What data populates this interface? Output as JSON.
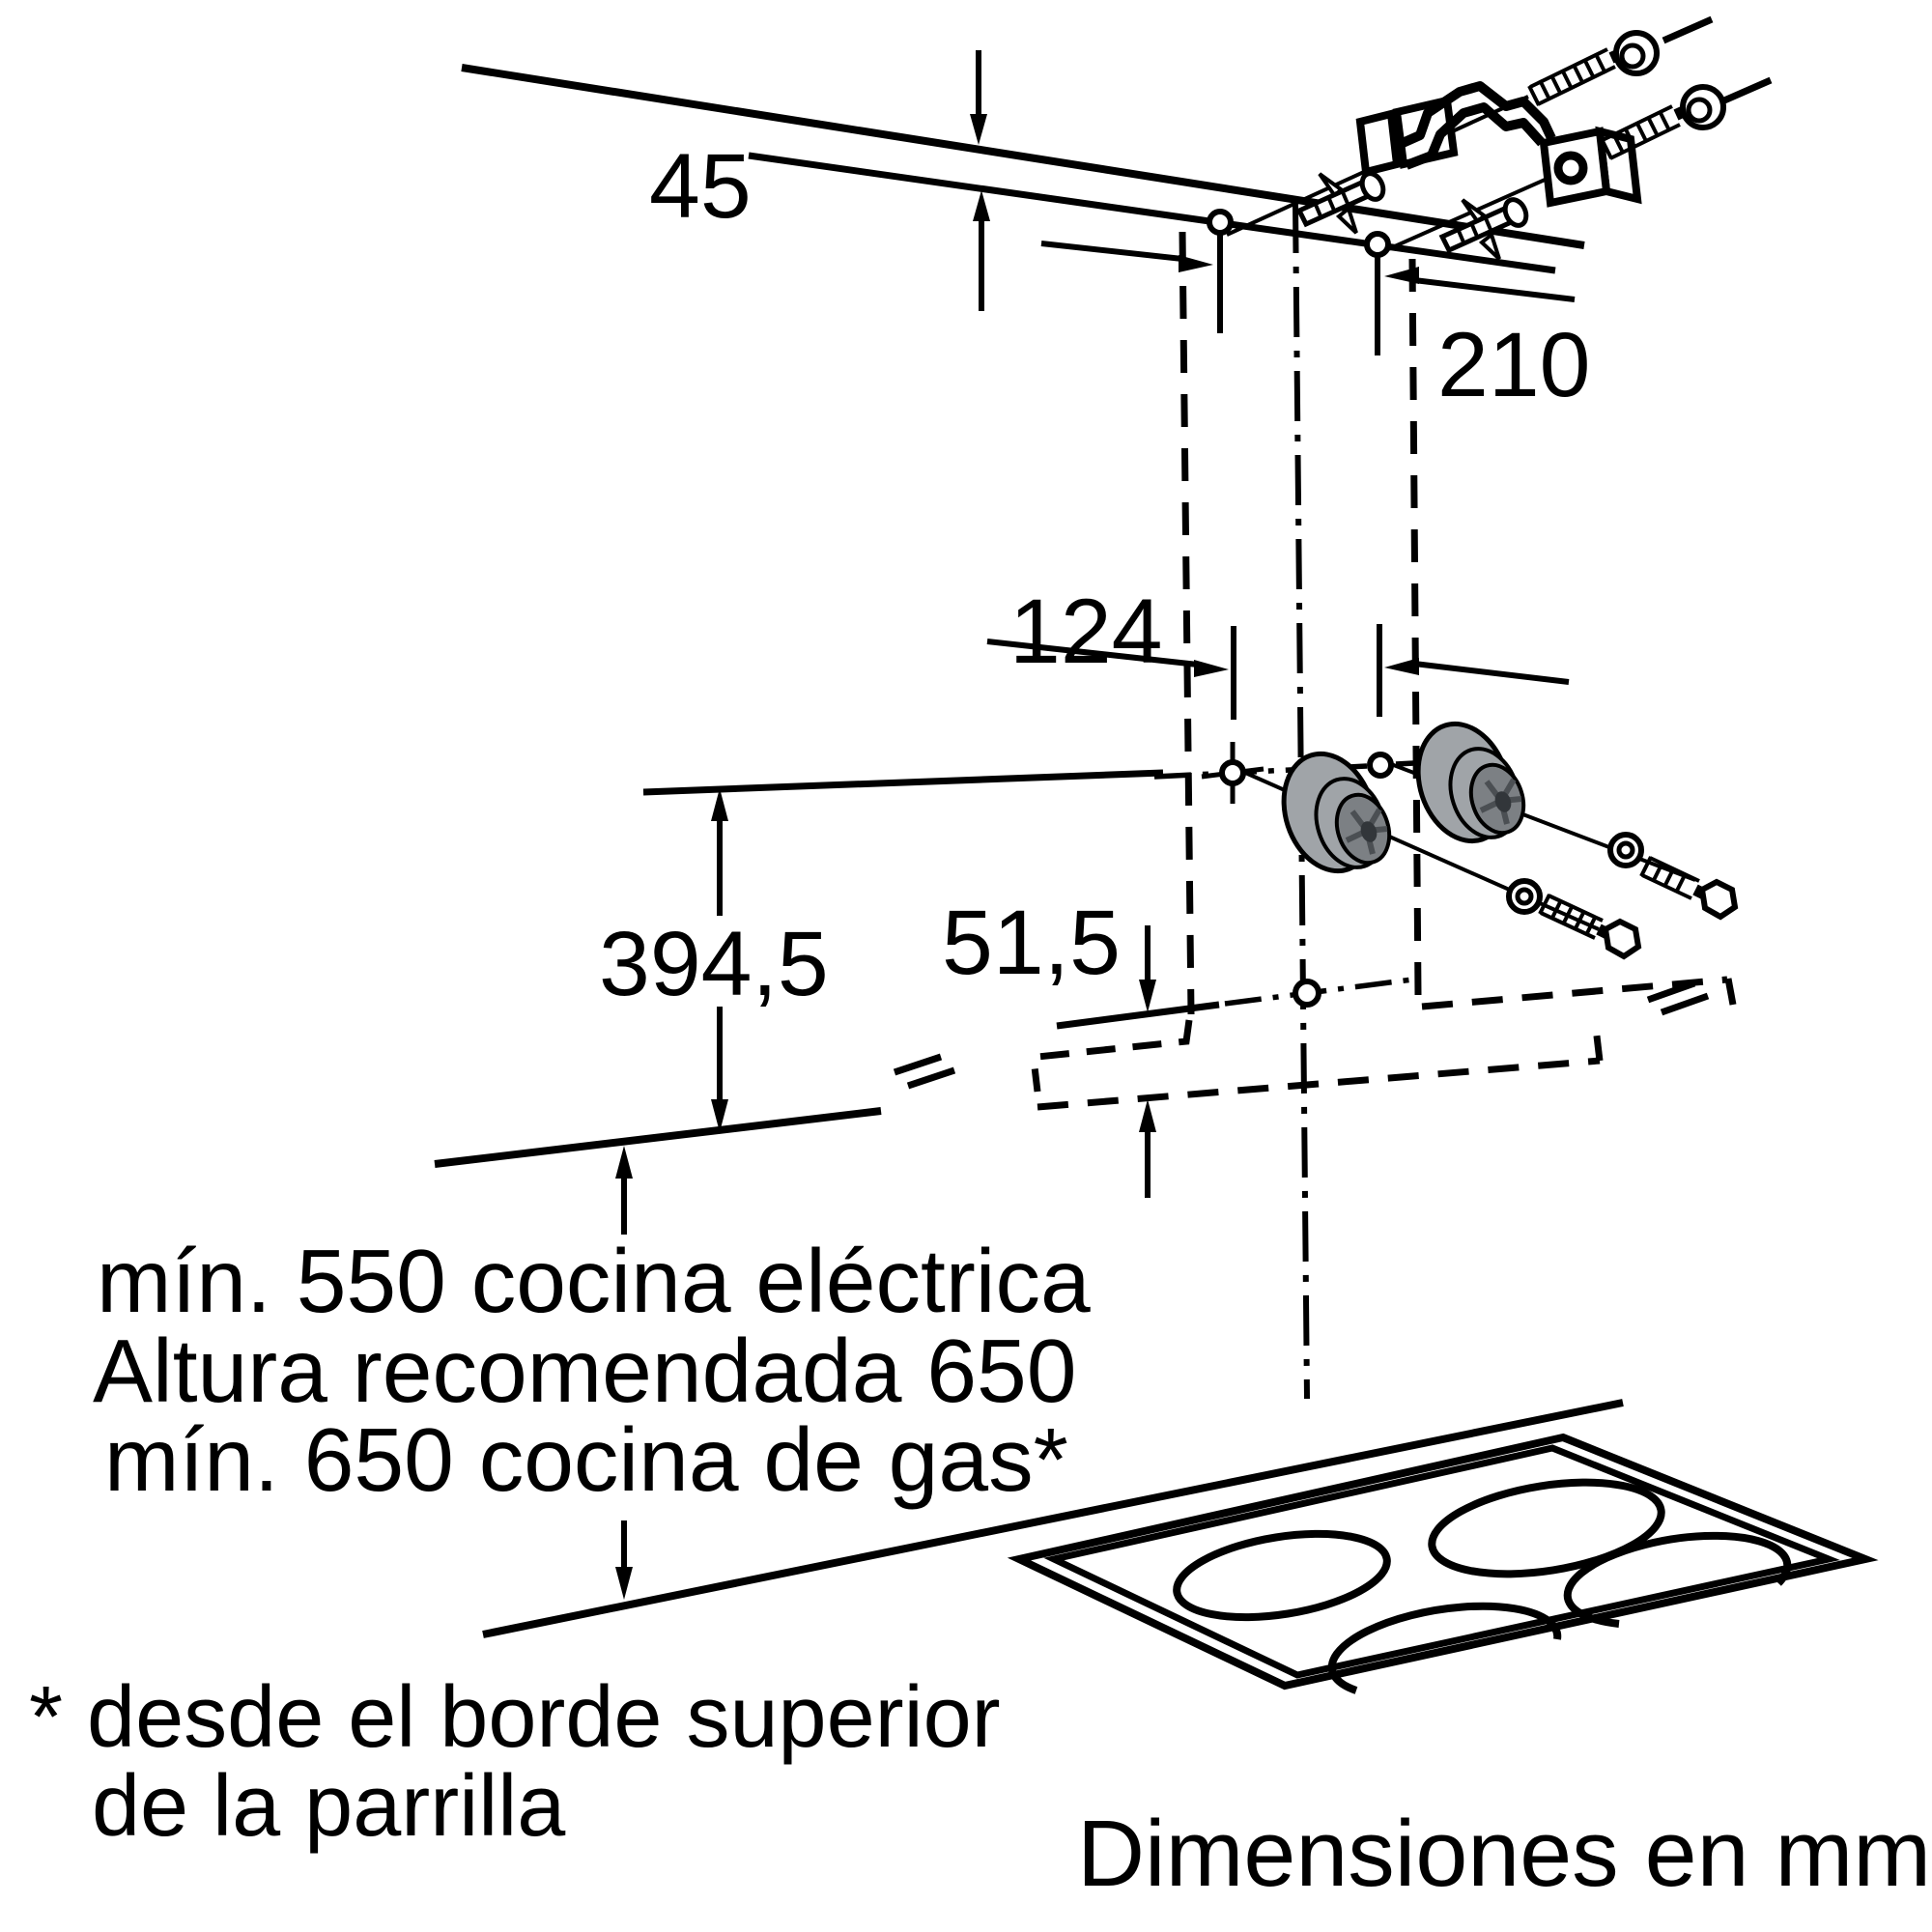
{
  "diagram": {
    "units_note": "Dimensiones en mm",
    "dimensions": {
      "ceiling_to_bracket": "45",
      "bracket_hole_spacing": "210",
      "hanger_hole_spacing": "124",
      "holes_to_lower_hole": "51,5",
      "holes_to_hood_bottom": "394,5"
    },
    "clearance_lines": [
      "mín. 550 cocina eléctrica",
      "Altura recomendada 650",
      "mín. 650 cocina de gas*"
    ],
    "footnote_lines": [
      "* desde el borde superior",
      "de la parrilla"
    ],
    "colors": {
      "ink": "#000000",
      "paper": "#ffffff",
      "spacer_light": "#a0a4a8",
      "spacer_mid": "#7c8084",
      "spacer_dark": "#4b4f53"
    }
  }
}
